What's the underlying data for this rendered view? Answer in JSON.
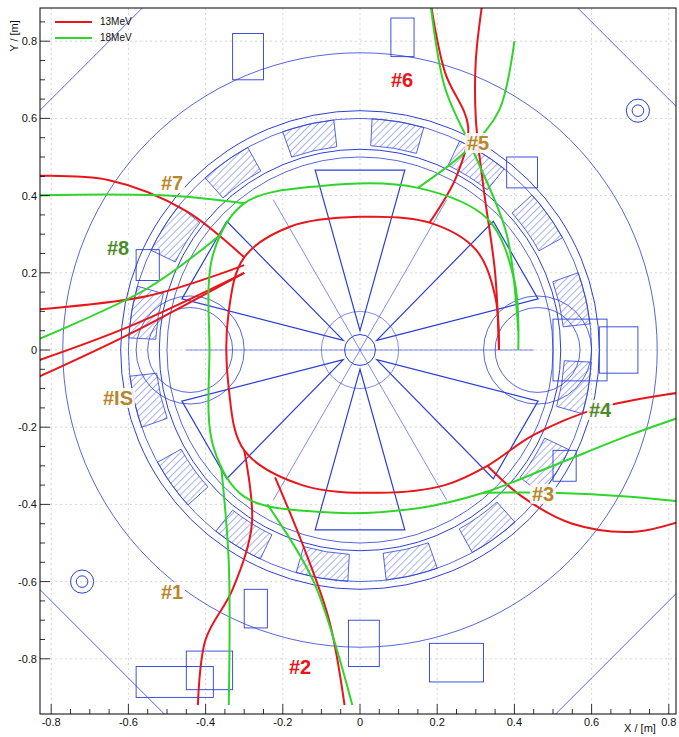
{
  "diagram": {
    "labels": [
      "Y / [m]",
      "0.8",
      "0.6",
      "0.4",
      "0.2",
      "0",
      "-0.2",
      "-0.4",
      "-0.6",
      "-0.8",
      "X / [m]",
      "-0.8",
      "-0.6",
      "-0.4",
      "-0.2",
      "0",
      "0.2",
      "0.4",
      "0.6",
      "0.8",
      "#6",
      "#5",
      "#7",
      "#8",
      "#IS",
      "#4",
      "#3",
      "#1",
      "#2"
    ],
    "legend": [
      {
        "text": "13MeV"
      },
      {
        "text": "18MeV"
      }
    ]
  }
}
